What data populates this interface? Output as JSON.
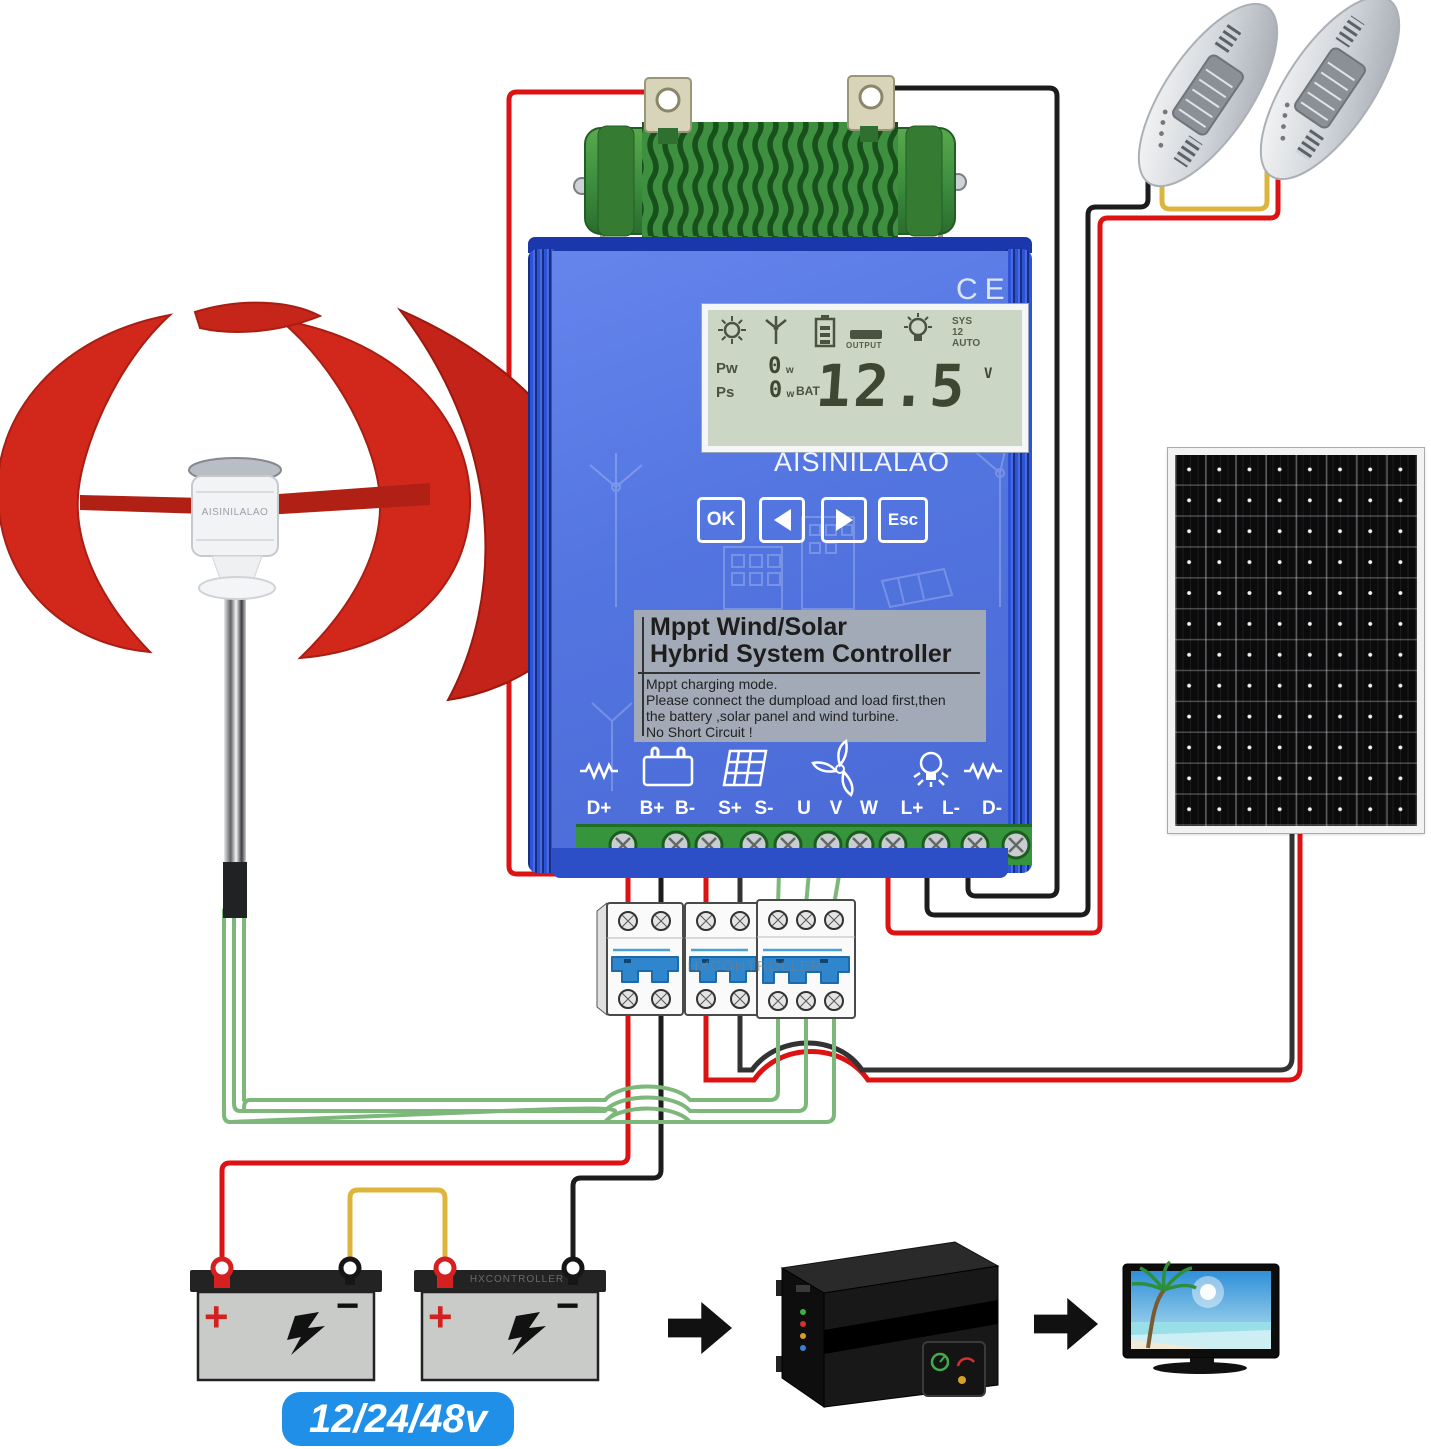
{
  "controller": {
    "brand": "AISINILALAO",
    "ce_mark": "CE",
    "lcd": {
      "pw_label": "Pw",
      "pw_value": "0",
      "pw_unit": "w",
      "ps_label": "Ps",
      "ps_value": "0",
      "ps_unit": "w",
      "bat_label": "BAT",
      "voltage": "12.5",
      "voltage_unit": "V",
      "output_label": "OUTPUT",
      "sys_label": "SYS",
      "sys_value": "12",
      "auto_label": "AUTO"
    },
    "buttons": {
      "ok": "OK",
      "esc": "Esc"
    },
    "label": {
      "title_line1": "Mppt Wind/Solar",
      "title_line2": "Hybrid System Controller",
      "note_line1": "Mppt charging mode.",
      "note_line2": "Please connect the dumpload and load first,then",
      "note_line3": "the battery ,solar panel and wind turbine.",
      "note_line4": "No Short Circuit !"
    },
    "terminals": [
      "D+",
      "B+",
      "B-",
      "S+",
      "S-",
      "U",
      "V",
      "W",
      "L+",
      "L-",
      "D-"
    ]
  },
  "turbine": {
    "brand": "AISINILALAO"
  },
  "breakers": {
    "watermark": "HXCONTROLLER"
  },
  "batteries": {
    "watermark": "HXCONTROLLER",
    "plus": "+",
    "minus": "−",
    "voltage_label": "12/24/48v"
  },
  "colors": {
    "controller_blue": "#5375e0",
    "wire_red": "#dd1212",
    "wire_black": "#1c1c1c",
    "wire_green": "#7db87a",
    "wire_yellow": "#ddb43c",
    "battery_label_blue": "#1f8fe8",
    "dumpload_green": "#3e8f3f",
    "lcd_background": "#cbd6c4"
  }
}
